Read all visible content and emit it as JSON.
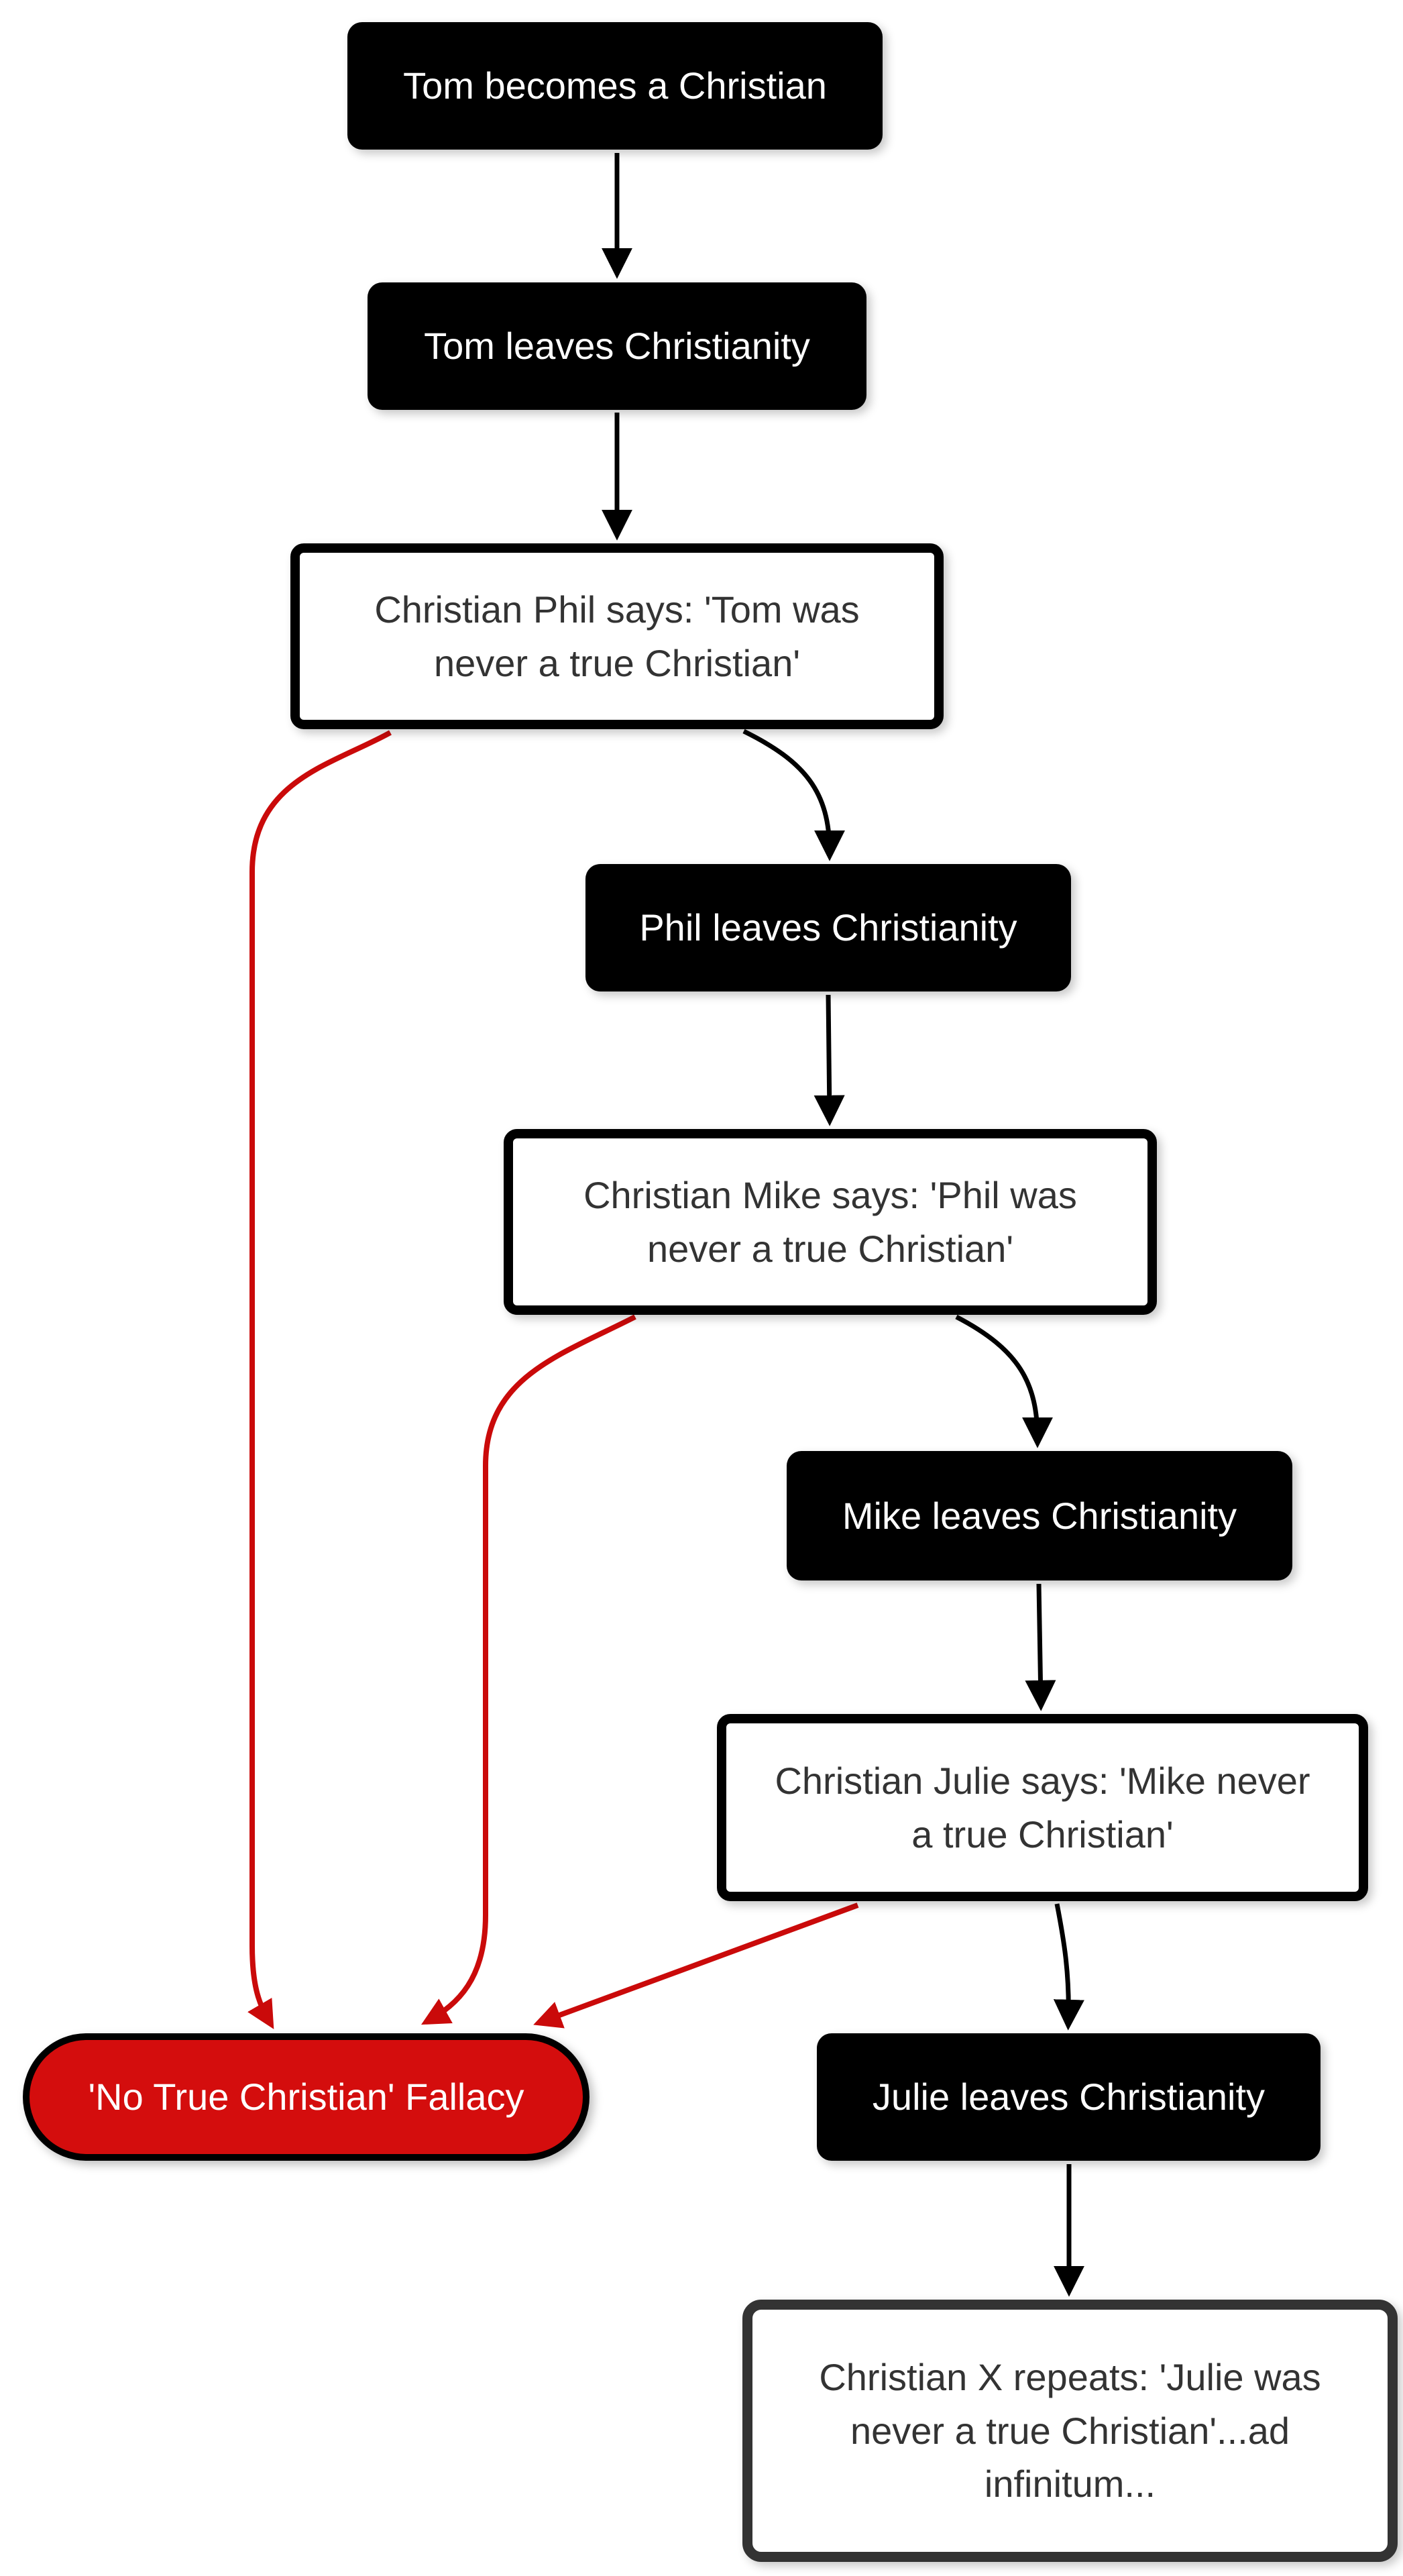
{
  "diagram": {
    "title": "'No True Christian' fallacy flowchart",
    "background_color": "#ffffff",
    "colors": {
      "event_node_fill": "#000000",
      "event_node_text": "#ffffff",
      "claim_node_fill": "#ffffff",
      "claim_node_border": "#000000",
      "claim_node_text": "#333333",
      "repeat_node_border": "#333333",
      "fallacy_fill": "#d40d0d",
      "fallacy_border": "#000000",
      "fallacy_text": "#ffffff",
      "edge_black": "#000000",
      "edge_red": "#ca0a0a"
    },
    "nodes": [
      {
        "id": "tom-becomes",
        "style": "black",
        "label": "Tom becomes a Christian"
      },
      {
        "id": "tom-leaves",
        "style": "black",
        "label": "Tom leaves Christianity"
      },
      {
        "id": "phil-says",
        "style": "white",
        "label": "Christian Phil says: 'Tom was never a true Christian'"
      },
      {
        "id": "phil-leaves",
        "style": "black",
        "label": "Phil leaves Christianity"
      },
      {
        "id": "mike-says",
        "style": "white",
        "label": "Christian Mike says: 'Phil was never a true Christian'"
      },
      {
        "id": "mike-leaves",
        "style": "black",
        "label": "Mike leaves Christianity"
      },
      {
        "id": "julie-says",
        "style": "white",
        "label": "Christian Julie says: 'Mike never a true Christian'"
      },
      {
        "id": "julie-leaves",
        "style": "black",
        "label": "Julie leaves Christianity"
      },
      {
        "id": "fallacy",
        "style": "red-pill",
        "label": "'No True Christian' Fallacy"
      },
      {
        "id": "x-repeats",
        "style": "white-dark",
        "label": "Christian X repeats: 'Julie was never a true Christian'...ad infinitum..."
      }
    ],
    "edges": [
      {
        "from": "tom-becomes",
        "to": "tom-leaves",
        "color": "black"
      },
      {
        "from": "tom-leaves",
        "to": "phil-says",
        "color": "black"
      },
      {
        "from": "phil-says",
        "to": "phil-leaves",
        "color": "black"
      },
      {
        "from": "phil-leaves",
        "to": "mike-says",
        "color": "black"
      },
      {
        "from": "mike-says",
        "to": "mike-leaves",
        "color": "black"
      },
      {
        "from": "mike-leaves",
        "to": "julie-says",
        "color": "black"
      },
      {
        "from": "julie-says",
        "to": "julie-leaves",
        "color": "black"
      },
      {
        "from": "julie-leaves",
        "to": "x-repeats",
        "color": "black"
      },
      {
        "from": "phil-says",
        "to": "fallacy",
        "color": "red"
      },
      {
        "from": "mike-says",
        "to": "fallacy",
        "color": "red"
      },
      {
        "from": "julie-says",
        "to": "fallacy",
        "color": "red"
      }
    ]
  }
}
